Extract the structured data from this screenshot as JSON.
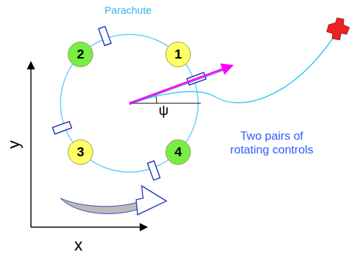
{
  "diagram": {
    "nodes": [
      {
        "text": [
          "2"
        ]
      },
      {
        "text": [
          "1"
        ]
      },
      {
        "text": [
          "3"
        ]
      },
      {
        "text": [
          "4"
        ]
      }
    ],
    "labels": [
      "Parachute",
      "ψ",
      "y",
      "x",
      "Two pairs of rotating controls"
    ]
  }
}
